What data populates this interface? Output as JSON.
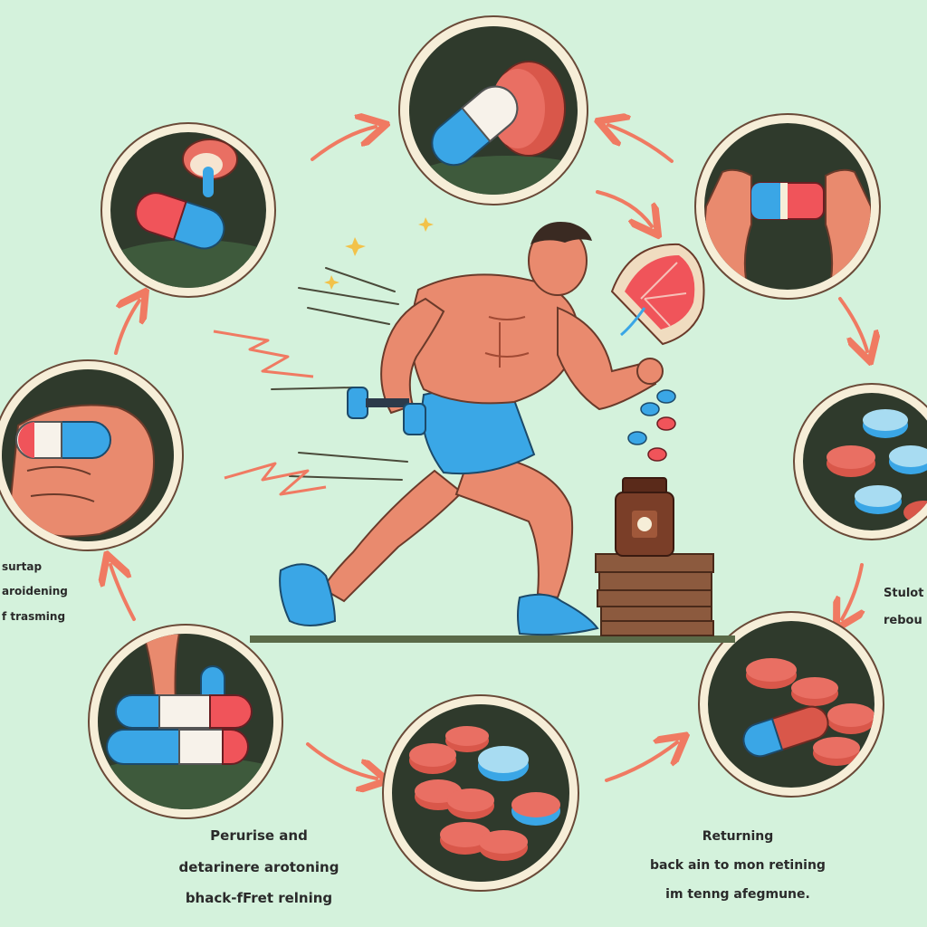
{
  "captions": {
    "left": [
      "surtap",
      "aroidening",
      "f trasming"
    ],
    "right": [
      "Stulot",
      "rebou"
    ],
    "bottom_center": [
      "Perurise and",
      "detarinere arotoning",
      "bhack-fFret relning"
    ],
    "bottom_right": [
      "Returning",
      "back ain to mon retining",
      "im tenng afegmune."
    ]
  },
  "colors": {
    "background": "#d4f2dc",
    "circle_fill": "#2f3a2c",
    "circle_ring": "#f6eed8",
    "arrow": "#f07a62",
    "capsule_blue": "#3aa6e6",
    "capsule_red": "#f0545a",
    "tablet_salmon": "#e96f63",
    "skin": "#e98a6e",
    "shorts": "#3aa7e6",
    "bottle": "#7a3e28"
  },
  "icons": [
    "capsule-icon",
    "tablet-icon",
    "hand-icon",
    "supplement-bottle-icon",
    "dumbbell-icon",
    "sneaker-icon",
    "grapefruit-icon",
    "sparkle-icon",
    "arrow-icon"
  ]
}
